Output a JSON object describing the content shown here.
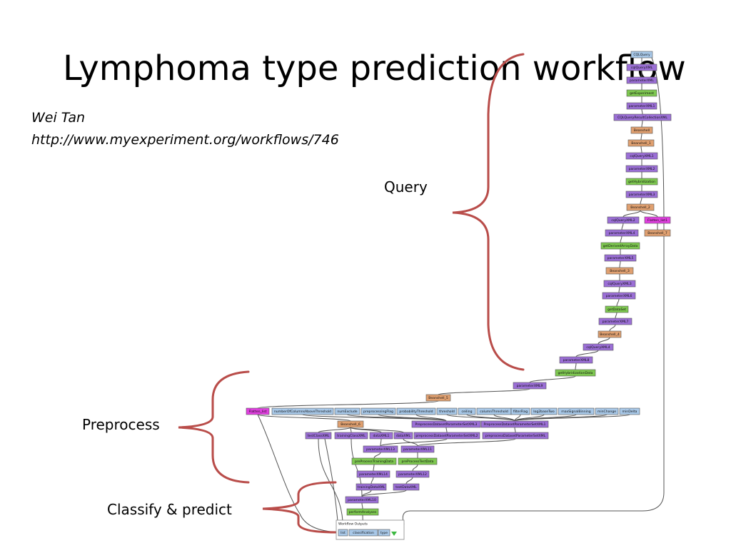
{
  "slide": {
    "title": "Lymphoma type prediction workflow",
    "author": "Wei Tan",
    "url": "http://www.myexperiment.org/workflows/746"
  },
  "labels": {
    "query": "Query",
    "preprocess": "Preprocess",
    "classify": "Classify & predict"
  },
  "colors": {
    "blue": "#a8c8e8",
    "purple": "#9b6fd6",
    "green": "#7ec850",
    "orange": "#e0a070",
    "magenta": "#e040e0",
    "brace": "#b94d4a"
  },
  "workflow": {
    "nodes": [
      {
        "id": "n1",
        "label": "CQLQuery",
        "color": "blue"
      },
      {
        "id": "n2",
        "label": "cqlQueryXML",
        "color": "purple"
      },
      {
        "id": "n3",
        "label": "parameterXML",
        "color": "purple"
      },
      {
        "id": "n4",
        "label": "getExperiment",
        "color": "green"
      },
      {
        "id": "n5",
        "label": "parameterXML1",
        "color": "purple"
      },
      {
        "id": "n6",
        "label": "CQLQueryResultCollectionXML",
        "color": "purple"
      },
      {
        "id": "n7",
        "label": "Beanshell",
        "color": "orange"
      },
      {
        "id": "n8",
        "label": "Beanshell_1",
        "color": "orange"
      },
      {
        "id": "n9",
        "label": "cqlQueryXML1",
        "color": "purple"
      },
      {
        "id": "n10",
        "label": "parameterXML2",
        "color": "purple"
      },
      {
        "id": "n11",
        "label": "getHybridization",
        "color": "green"
      },
      {
        "id": "n12",
        "label": "parameterXML3",
        "color": "purple"
      },
      {
        "id": "n13",
        "label": "Beanshell_2",
        "color": "orange"
      },
      {
        "id": "n14",
        "label": "cqlQueryXML2",
        "color": "purple"
      },
      {
        "id": "n15",
        "label": "Flatten_list1",
        "color": "magenta"
      },
      {
        "id": "n16",
        "label": "parameterXML4",
        "color": "purple"
      },
      {
        "id": "n17",
        "label": "Beanshell_7",
        "color": "orange"
      },
      {
        "id": "n18",
        "label": "getDerivedArrayData",
        "color": "green"
      },
      {
        "id": "n19",
        "label": "parameterXML5",
        "color": "purple"
      },
      {
        "id": "n20",
        "label": "Beanshell_3",
        "color": "orange"
      },
      {
        "id": "n21",
        "label": "cqlQueryXML3",
        "color": "purple"
      },
      {
        "id": "n22",
        "label": "parameterXML6",
        "color": "purple"
      },
      {
        "id": "n23",
        "label": "getDataSet",
        "color": "green"
      },
      {
        "id": "n24",
        "label": "parameterXML7",
        "color": "purple"
      },
      {
        "id": "n25",
        "label": "Beanshell_4",
        "color": "orange"
      },
      {
        "id": "n26",
        "label": "cqlQueryXML4",
        "color": "purple"
      },
      {
        "id": "n27",
        "label": "parameterXML8",
        "color": "purple"
      },
      {
        "id": "n28",
        "label": "getHybridizationData",
        "color": "green"
      },
      {
        "id": "n29",
        "label": "parameterXML9",
        "color": "purple"
      },
      {
        "id": "n30",
        "label": "Beanshell_5",
        "color": "orange"
      },
      {
        "id": "p1",
        "label": "Flatten_list",
        "color": "magenta"
      },
      {
        "id": "p2",
        "label": "numberOfColumnsAboveThreshold",
        "color": "blue"
      },
      {
        "id": "p3",
        "label": "numExclude",
        "color": "blue"
      },
      {
        "id": "p4",
        "label": "preprocessingFlag",
        "color": "blue"
      },
      {
        "id": "p5",
        "label": "probabilityThreshold",
        "color": "blue"
      },
      {
        "id": "p6",
        "label": "threshold",
        "color": "blue"
      },
      {
        "id": "p7",
        "label": "ceiling",
        "color": "blue"
      },
      {
        "id": "p8",
        "label": "columnThreshold",
        "color": "blue"
      },
      {
        "id": "p9",
        "label": "filterFlag",
        "color": "blue"
      },
      {
        "id": "p10",
        "label": "log2baseTwo",
        "color": "blue"
      },
      {
        "id": "p11",
        "label": "maxSignalBinning",
        "color": "blue"
      },
      {
        "id": "p12",
        "label": "minChange",
        "color": "blue"
      },
      {
        "id": "p13",
        "label": "minDelta",
        "color": "blue"
      },
      {
        "id": "q1",
        "label": "Beanshell_6",
        "color": "orange"
      },
      {
        "id": "q2",
        "label": "PreprocessDatasetParameterSetXML3",
        "color": "purple"
      },
      {
        "id": "q3",
        "label": "PreprocessDatasetParameterSetXML1",
        "color": "purple"
      },
      {
        "id": "r1",
        "label": "testClassXML",
        "color": "purple"
      },
      {
        "id": "r2",
        "label": "trainingClassXML",
        "color": "purple"
      },
      {
        "id": "r3",
        "label": "dataXML1",
        "color": "purple"
      },
      {
        "id": "r4",
        "label": "dataXML",
        "color": "purple"
      },
      {
        "id": "r5",
        "label": "preprocessDatasetParameterSetXML2",
        "color": "purple"
      },
      {
        "id": "r6",
        "label": "preprocessDatasetParameterSetXML",
        "color": "purple"
      },
      {
        "id": "s1",
        "label": "parameterXML13",
        "color": "purple"
      },
      {
        "id": "s2",
        "label": "parameterXML11",
        "color": "purple"
      },
      {
        "id": "s3",
        "label": "preProcessTrainingData",
        "color": "green"
      },
      {
        "id": "s4",
        "label": "preProcessTestData",
        "color": "green"
      },
      {
        "id": "s5",
        "label": "parameterXML14",
        "color": "purple"
      },
      {
        "id": "s6",
        "label": "parameterXML12",
        "color": "purple"
      },
      {
        "id": "s7",
        "label": "trainingDataXML",
        "color": "purple"
      },
      {
        "id": "s8",
        "label": "testDataXML",
        "color": "purple"
      },
      {
        "id": "s9",
        "label": "parameterXML10",
        "color": "purple"
      },
      {
        "id": "s10",
        "label": "performAnalyses",
        "color": "green"
      }
    ],
    "outputs_title": "Workflow Outputs",
    "outputs": [
      {
        "id": "o1",
        "label": "list",
        "color": "blue"
      },
      {
        "id": "o2",
        "label": "classification",
        "color": "blue"
      },
      {
        "id": "o3",
        "label": "type",
        "color": "blue"
      }
    ]
  }
}
